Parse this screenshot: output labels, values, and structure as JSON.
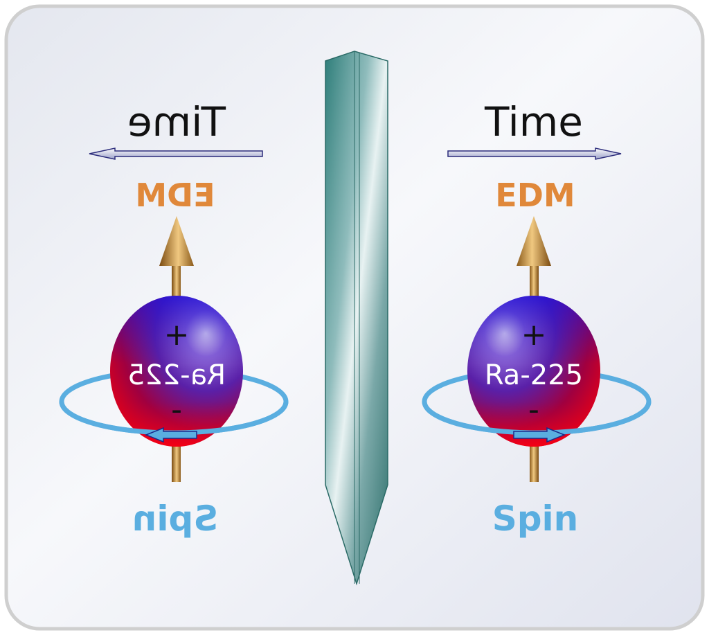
{
  "title": "Time reversal symmetry violation by EDM of Ra-225",
  "left_panel": {
    "time_label": "Time",
    "edm_label": "EDM",
    "isotope_label": "Ra-225",
    "plus_sign": "+",
    "minus_sign": "-",
    "spin_label": "Spin",
    "time_direction": "backward",
    "mirrored": true
  },
  "right_panel": {
    "time_label": "Time",
    "edm_label": "EDM",
    "isotope_label": "Ra-225",
    "plus_sign": "+",
    "minus_sign": "-",
    "spin_label": "Spin",
    "time_direction": "forward",
    "mirrored": false
  },
  "colors": {
    "edm": "#e0883a",
    "spin": "#5aaee0",
    "sphere_top": "#2a10d0",
    "sphere_bottom": "#e0001a",
    "mirror": "#3f8a86",
    "frame": "#cfcfcf"
  }
}
